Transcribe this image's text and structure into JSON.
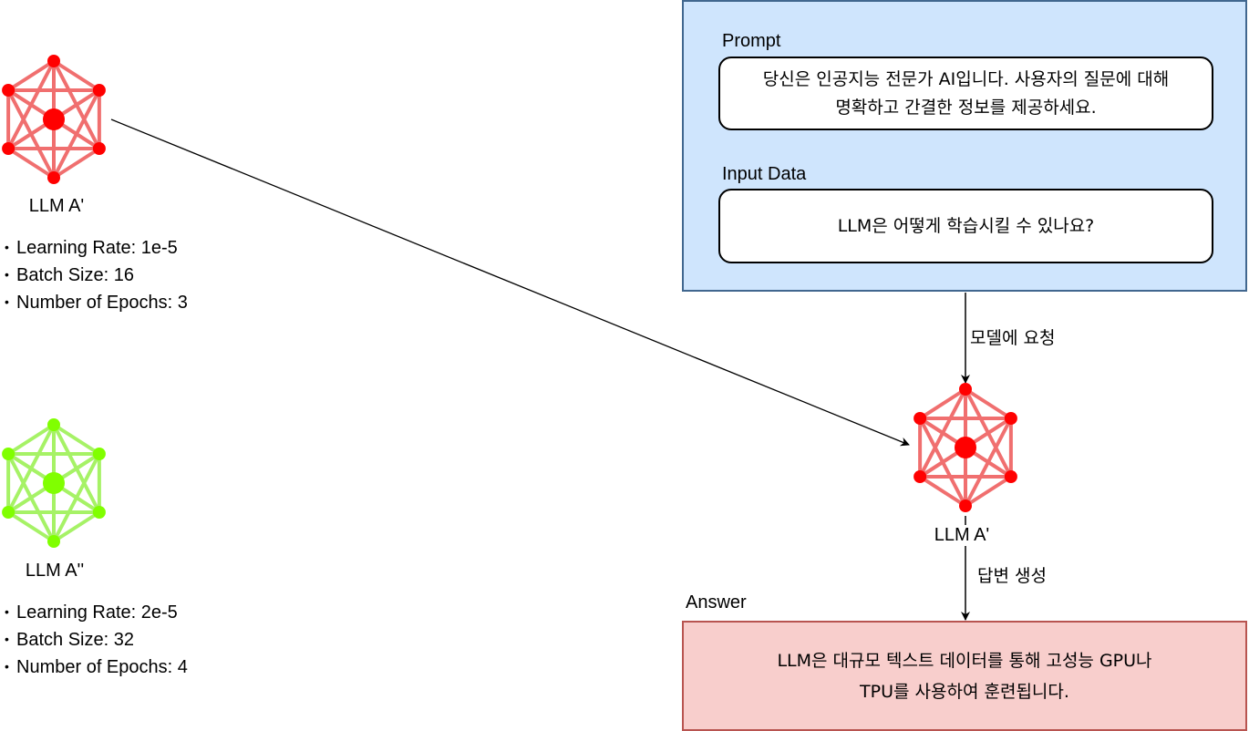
{
  "models": {
    "a_prime": {
      "label": "LLM A'",
      "color_edge": "#f06f6f",
      "color_node": "#ff0000",
      "params": [
        "Learning Rate: 1e-5",
        "Batch Size: 16",
        "Number of Epochs: 3"
      ]
    },
    "a_double_prime": {
      "label": "LLM A''",
      "color_edge": "#a6f266",
      "color_node": "#80ff00",
      "params": [
        "Learning Rate: 2e-5",
        "Batch Size: 32",
        "Number of Epochs: 4"
      ]
    },
    "center": {
      "label": "LLM A'"
    }
  },
  "input_panel": {
    "prompt_title": "Prompt",
    "prompt_text_line1": "당신은 인공지능 전문가 AI입니다. 사용자의 질문에 대해",
    "prompt_text_line2": "명확하고 간결한 정보를 제공하세요.",
    "input_title": "Input Data",
    "input_text": "LLM은 어떻게 학습시킬 수 있나요?"
  },
  "edges": {
    "request_label": "모델에 요청",
    "generate_label": "답변 생성"
  },
  "answer": {
    "title": "Answer",
    "text_line1": "LLM은 대규모 텍스트 데이터를 통해 고성능 GPU나",
    "text_line2": "TPU를 사용하여 훈련됩니다."
  }
}
